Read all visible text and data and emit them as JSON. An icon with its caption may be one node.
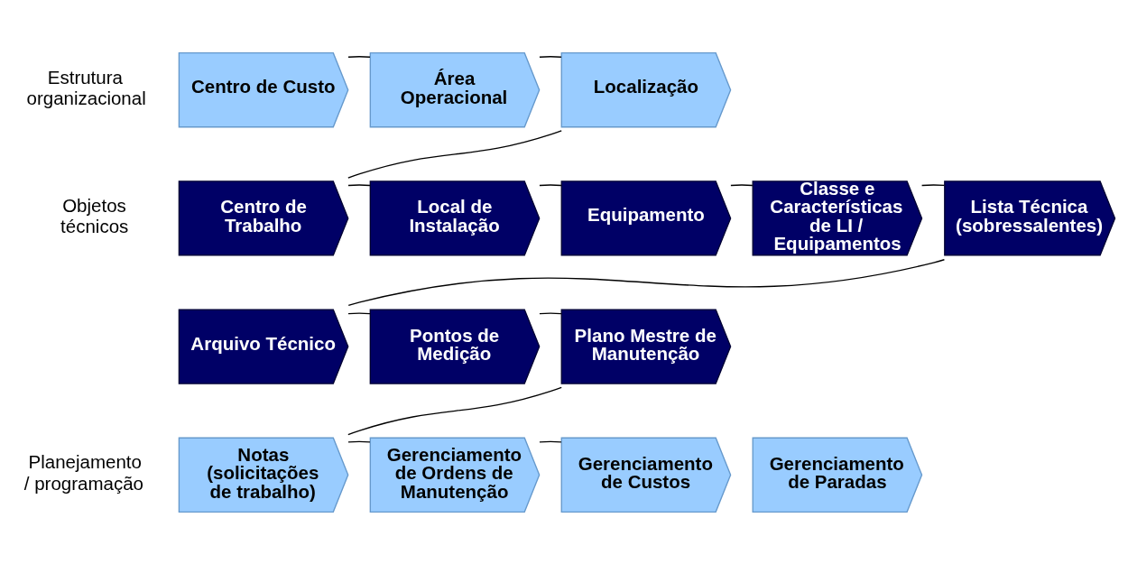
{
  "diagram": {
    "nodes": [
      {
        "text": [
          "Centro de Custo"
        ]
      },
      {
        "text": [
          "Área Operacional"
        ]
      },
      {
        "text": [
          "Localização"
        ]
      },
      {
        "text": [
          "Centro de Trabalho"
        ]
      },
      {
        "text": [
          "Local de Instalação"
        ]
      },
      {
        "text": [
          "Equipamento"
        ]
      },
      {
        "text": [
          "Classe e Características de LI / Equipamentos"
        ]
      },
      {
        "text": [
          "Lista Técnica (sobressalentes)"
        ]
      },
      {
        "text": [
          "Arquivo Técnico"
        ]
      },
      {
        "text": [
          "Pontos de Medição"
        ]
      },
      {
        "text": [
          "Plano Mestre de Manutenção"
        ]
      },
      {
        "text": [
          "Notas (solicitações de trabalho)"
        ]
      },
      {
        "text": [
          "Gerenciamento de Ordens de Manutenção"
        ]
      },
      {
        "text": [
          "Gerenciamento de Custos"
        ]
      },
      {
        "text": [
          "Gerenciamento de Paradas"
        ]
      }
    ],
    "edges": [
      {
        "from": 0,
        "to": 1,
        "arrow": "none"
      },
      {
        "from": 1,
        "to": 2,
        "arrow": "none"
      },
      {
        "from": 2,
        "to": 3,
        "arrow": "none"
      },
      {
        "from": 3,
        "to": 4,
        "arrow": "none"
      },
      {
        "from": 4,
        "to": 5,
        "arrow": "none"
      },
      {
        "from": 5,
        "to": 6,
        "arrow": "none"
      },
      {
        "from": 6,
        "to": 7,
        "arrow": "none"
      },
      {
        "from": 7,
        "to": 8,
        "arrow": "none"
      },
      {
        "from": 8,
        "to": 9,
        "arrow": "none"
      },
      {
        "from": 9,
        "to": 10,
        "arrow": "none"
      },
      {
        "from": 10,
        "to": 11,
        "arrow": "none"
      },
      {
        "from": 11,
        "to": 12,
        "arrow": "none"
      },
      {
        "from": 12,
        "to": 13,
        "arrow": "none"
      }
    ],
    "labels": [
      "Estrutura organizacional",
      "Objetos técnicos",
      "Planejamento / programação"
    ]
  }
}
